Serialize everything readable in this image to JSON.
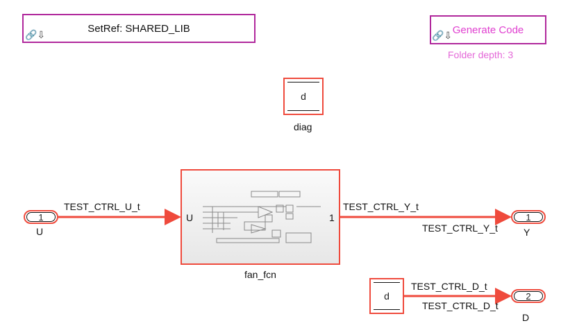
{
  "masks": {
    "setref_label": "SetRef: SHARED_LIB",
    "generate_label": "Generate Code",
    "folder_depth": "Folder depth: 3",
    "link_glyph": "🔗⇩"
  },
  "diag": {
    "block_text": "d",
    "name": "diag"
  },
  "inport_u": {
    "number": "1",
    "name": "U"
  },
  "subsystem": {
    "name": "fan_fcn",
    "in_port": "U",
    "out_port": "1"
  },
  "outport_y": {
    "number": "1",
    "name": "Y"
  },
  "outport_d": {
    "number": "2",
    "name": "D"
  },
  "d_source": {
    "block_text": "d"
  },
  "signals": {
    "u_label": "TEST_CTRL_U_t",
    "y_label_top": "TEST_CTRL_Y_t",
    "y_label_bottom": "TEST_CTRL_Y_t",
    "d_label_top": "TEST_CTRL_D_t",
    "d_label_bottom": "TEST_CTRL_D_t"
  },
  "colors": {
    "mask_border": "#b0279c",
    "highlight": "#ef4a3c",
    "mask_text": "#e040d0"
  }
}
